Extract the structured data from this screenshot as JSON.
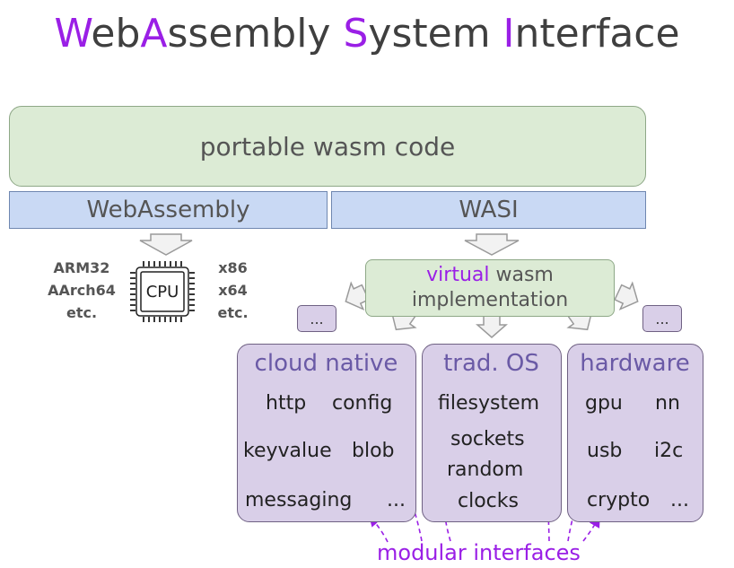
{
  "title": {
    "w": "W",
    "eb": "eb",
    "a": "A",
    "ssembly": "ssembly ",
    "s": "S",
    "ystem": "ystem ",
    "i": "I",
    "nterface": "nterface"
  },
  "top_box": "portable wasm code",
  "layers": {
    "webassembly": "WebAssembly",
    "wasi": "WASI"
  },
  "cpu": {
    "label": "CPU",
    "left_archs": [
      "ARM32",
      "AArch64",
      "etc."
    ],
    "right_archs": [
      "x86",
      "x64",
      "etc."
    ]
  },
  "virtual": {
    "highlight": "virtual",
    "rest": " wasm",
    "line2": "implementation"
  },
  "ellipsis": "...",
  "groups": [
    {
      "header": "cloud native",
      "items": [
        "http",
        "config",
        "keyvalue",
        "blob",
        "messaging",
        "..."
      ]
    },
    {
      "header": "trad. OS",
      "items": [
        "filesystem",
        "sockets",
        "random",
        "clocks"
      ]
    },
    {
      "header": "hardware",
      "items": [
        "gpu",
        "nn",
        "usb",
        "i2c",
        "crypto",
        "..."
      ]
    }
  ],
  "annotation": "modular interfaces",
  "colors": {
    "accent": "#9a1fe6",
    "green": "#dcebd5",
    "blue": "#c9d9f4",
    "purple": "#d9cfe8"
  }
}
